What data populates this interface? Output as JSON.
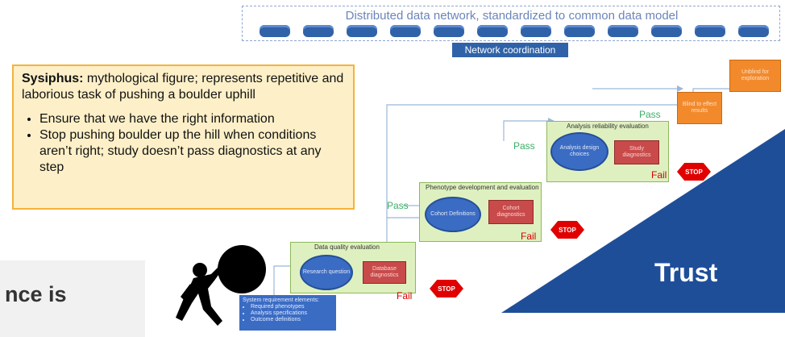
{
  "network": {
    "title": "Distributed data network, standardized to common data model",
    "disk_count": 12,
    "coordination_label": "Network coordination"
  },
  "sysiphus": {
    "term": "Sysiphus:",
    "definition": " mythological figure; represents repetitive and laborious task of pushing a boulder uphill",
    "bullets": [
      "Ensure that we have the right information",
      "Stop pushing boulder up the hill when conditions aren’t right; study doesn’t pass diagnostics at any step"
    ]
  },
  "science_card": {
    "text": "nce is"
  },
  "stages": [
    {
      "title": "Data quality evaluation",
      "oval": "Research question",
      "box": "Database diagnostics",
      "fail": "Fail",
      "stop": "STOP"
    },
    {
      "title": "Phenotype development and evaluation",
      "oval": "Cohort Definitions",
      "box": "Cohort diagnostics",
      "fail": "Fail",
      "stop": "STOP"
    },
    {
      "title": "Analysis reliability evaluation",
      "oval": "Analysis design choices",
      "box": "Study diagnostics",
      "fail": "Fail",
      "stop": "STOP"
    }
  ],
  "pass_labels": [
    "Pass",
    "Pass",
    "Pass"
  ],
  "orange_boxes": {
    "results": "Blind to effect results",
    "final": "Unblind for exploration"
  },
  "system_note": {
    "heading": "System requirement elements:",
    "items": [
      "Required phenotypes",
      "Analysis specifications",
      "Outcome definitions"
    ]
  },
  "trust": {
    "label": "Trust",
    "color": "#1f4e99"
  },
  "colors": {
    "accent_blue": "#2f62a8",
    "oval_blue": "#3b6cc4",
    "stage_green": "#dff0c0",
    "diag_red": "#c94a4a",
    "stop_red": "#e10000",
    "pass_green": "#3cae68",
    "orange": "#f28a2c",
    "callout_fill": "#fdf0c8",
    "callout_border": "#f5b23a"
  }
}
